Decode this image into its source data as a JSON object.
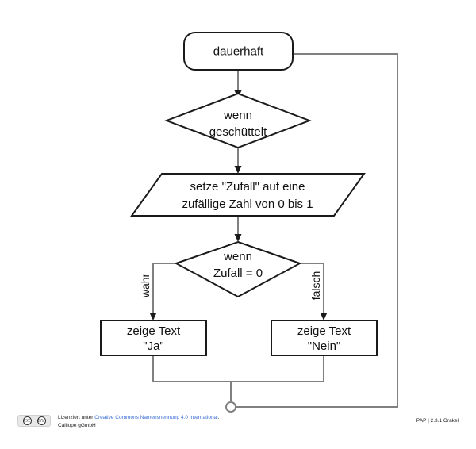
{
  "diagram": {
    "title_ref": "PAP | 2.3.1 Orakel",
    "nodes": {
      "start": {
        "label": "dauerhaft",
        "shape": "rounded-rect"
      },
      "decision_shake": {
        "line1": "wenn",
        "line2": "geschüttelt",
        "shape": "diamond"
      },
      "assign_random": {
        "line1": "setze \"Zufall\" auf eine",
        "line2": "zufällige Zahl von 0 bis 1",
        "shape": "parallelogram"
      },
      "decision_zufall": {
        "line1": "wenn",
        "line2": "Zufall = 0",
        "shape": "diamond"
      },
      "show_yes": {
        "line1": "zeige Text",
        "line2": "\"Ja\"",
        "shape": "rect"
      },
      "show_no": {
        "line1": "zeige Text",
        "line2": "\"Nein\"",
        "shape": "rect"
      }
    },
    "branches": {
      "true_label": "wahr",
      "false_label": "falsch"
    },
    "colors": {
      "node_stroke": "#1a1a1a",
      "connector": "#808080",
      "link": "#3b6fd4",
      "background": "#ffffff"
    }
  },
  "footer": {
    "license_prefix": "Lizenziert unter ",
    "license_link": "Creative Commons Namensnennung 4.0 International",
    "license_suffix": ".",
    "organisation": "Calliope gGmbH",
    "badge": {
      "cc_mark": "CC",
      "by_mark": "BY"
    },
    "doc_ref": "PAP | 2.3.1 Orakel"
  }
}
